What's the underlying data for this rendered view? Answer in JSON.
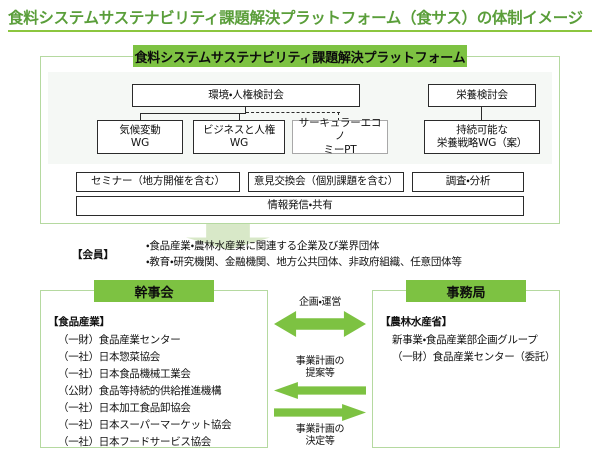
{
  "page": {
    "title": "食料システムサステナビリティ課題解決プラットフォーム（食サス）の体制イメージ"
  },
  "platform": {
    "banner": "食料システムサステナビリティ課題解決プラットフォーム",
    "committees": {
      "environment": "環境・人権検討会",
      "nutrition": "栄養検討会"
    },
    "working_groups": [
      {
        "id": "climate",
        "label": "気候変動\nWG",
        "line1": "気候変動",
        "line2": "WG",
        "style": "solid"
      },
      {
        "id": "business",
        "label": "ビジネスと人権\nWG",
        "line1": "ビジネスと人権",
        "line2": "WG",
        "style": "solid"
      },
      {
        "id": "circular",
        "label": "サーキュラーエコノミーPT",
        "line1": "サーキュラーエコノ",
        "line2": "ミーPT",
        "style": "dashed"
      },
      {
        "id": "nutrition-wg",
        "label": "持続可能な栄養戦略WG（案）",
        "line1": "持続可能な",
        "line2": "栄養戦略WG（案）",
        "style": "solid"
      }
    ],
    "activities": [
      "セミナー（地方開催を含む）",
      "意見交換会（個別課題を含む）",
      "調査・分析"
    ],
    "information": "情報発信・共有"
  },
  "members": {
    "label": "【会員】",
    "lines": [
      "・食品産業・農林水産業に関連する企業及び業界団体",
      "・教育・研究機関、金融機関、地方公共団体、非政府組織、任意団体等"
    ]
  },
  "kanjikai": {
    "banner": "幹事会",
    "heading": "【食品産業】",
    "organizations": [
      "（一財）食品産業センター",
      "（一社）日本惣菜協会",
      "（一社）日本食品機械工業会",
      "（公財）食品等持続的供給推進機構",
      "（一社）日本加工食品卸協会",
      "（一社）日本スーパーマーケット協会",
      "（一社）日本フードサービス協会"
    ]
  },
  "jimukyoku": {
    "banner": "事務局",
    "heading": "【農林水産省】",
    "organizations": [
      "新事業・食品産業部企画グループ",
      "（一財）食品産業センター（委託）"
    ]
  },
  "relations": {
    "planning": "企画・運営",
    "proposal_line1": "事業計画の",
    "proposal_line2": "提案等",
    "decision_line1": "事業計画の",
    "decision_line2": "決定等"
  },
  "colors": {
    "accent_green": "#7dc242",
    "title_green": "#5a9e3a",
    "border_green": "#b5d9a0",
    "panel_gray": "#f5f8f5",
    "pale_arrow": "#d8e8c8",
    "node_border": "#2b2b2b"
  }
}
